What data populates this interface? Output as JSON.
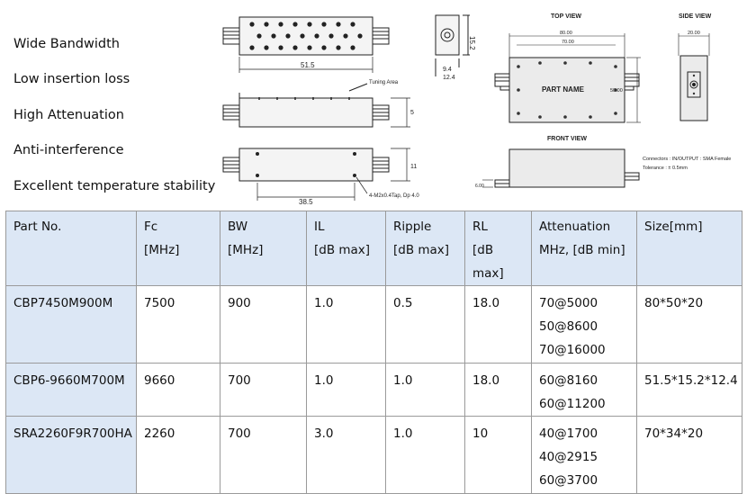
{
  "features": [
    "Wide Bandwidth",
    "Low insertion loss",
    "High Attenuation",
    "Anti-interference",
    "Excellent temperature stability"
  ],
  "drawing1": {
    "dim_length": "51.5",
    "dim_width": "15.2",
    "dim_a": "9.4",
    "dim_b": "12.4",
    "tuning_label": "Tuning Area",
    "dim_side": "5",
    "dim_height": "11",
    "dim_hole": "38.5",
    "hole_note": "4-M2x0.4Tap, Dp 4.0"
  },
  "drawing2": {
    "top_view": "TOP VIEW",
    "side_view": "SIDE VIEW",
    "front_view": "FRONT VIEW",
    "part_name": "PART NAME",
    "dim_outer": "80.00",
    "dim_inner": "70.00",
    "dim_height": "50.00",
    "dim_side": "20.00",
    "dim_small": "6.00",
    "note_connectors": "Connectors : IN/OUTPUT : SMA Female",
    "note_tolerance": "Tolerance : ± 0.5mm"
  },
  "table": {
    "headers": [
      [
        "Part No."
      ],
      [
        "Fc",
        "[MHz]"
      ],
      [
        "BW",
        "[MHz]"
      ],
      [
        "IL",
        "[dB max]"
      ],
      [
        "Ripple",
        "[dB max]"
      ],
      [
        "RL",
        "[dB",
        "max]"
      ],
      [
        "Attenuation",
        "MHz, [dB min]"
      ],
      [
        "Size[mm]"
      ]
    ],
    "rows": [
      {
        "part": "CBP7450M900M",
        "fc": "7500",
        "bw": "900",
        "il": "1.0",
        "ripple": "0.5",
        "rl": "18.0",
        "att": [
          "70@5000",
          "50@8600",
          "70@16000"
        ],
        "size": "80*50*20"
      },
      {
        "part": "CBP6-9660M700M",
        "fc": "9660",
        "bw": "700",
        "il": "1.0",
        "ripple": "1.0",
        "rl": "18.0",
        "att": [
          "60@8160",
          "60@11200"
        ],
        "size": "51.5*15.2*12.4"
      },
      {
        "part": "SRA2260F9R700HA",
        "fc": "2260",
        "bw": "700",
        "il": "3.0",
        "ripple": "1.0",
        "rl": "10",
        "att": [
          "40@1700",
          "40@2915",
          "60@3700"
        ],
        "size": "70*34*20"
      }
    ]
  }
}
